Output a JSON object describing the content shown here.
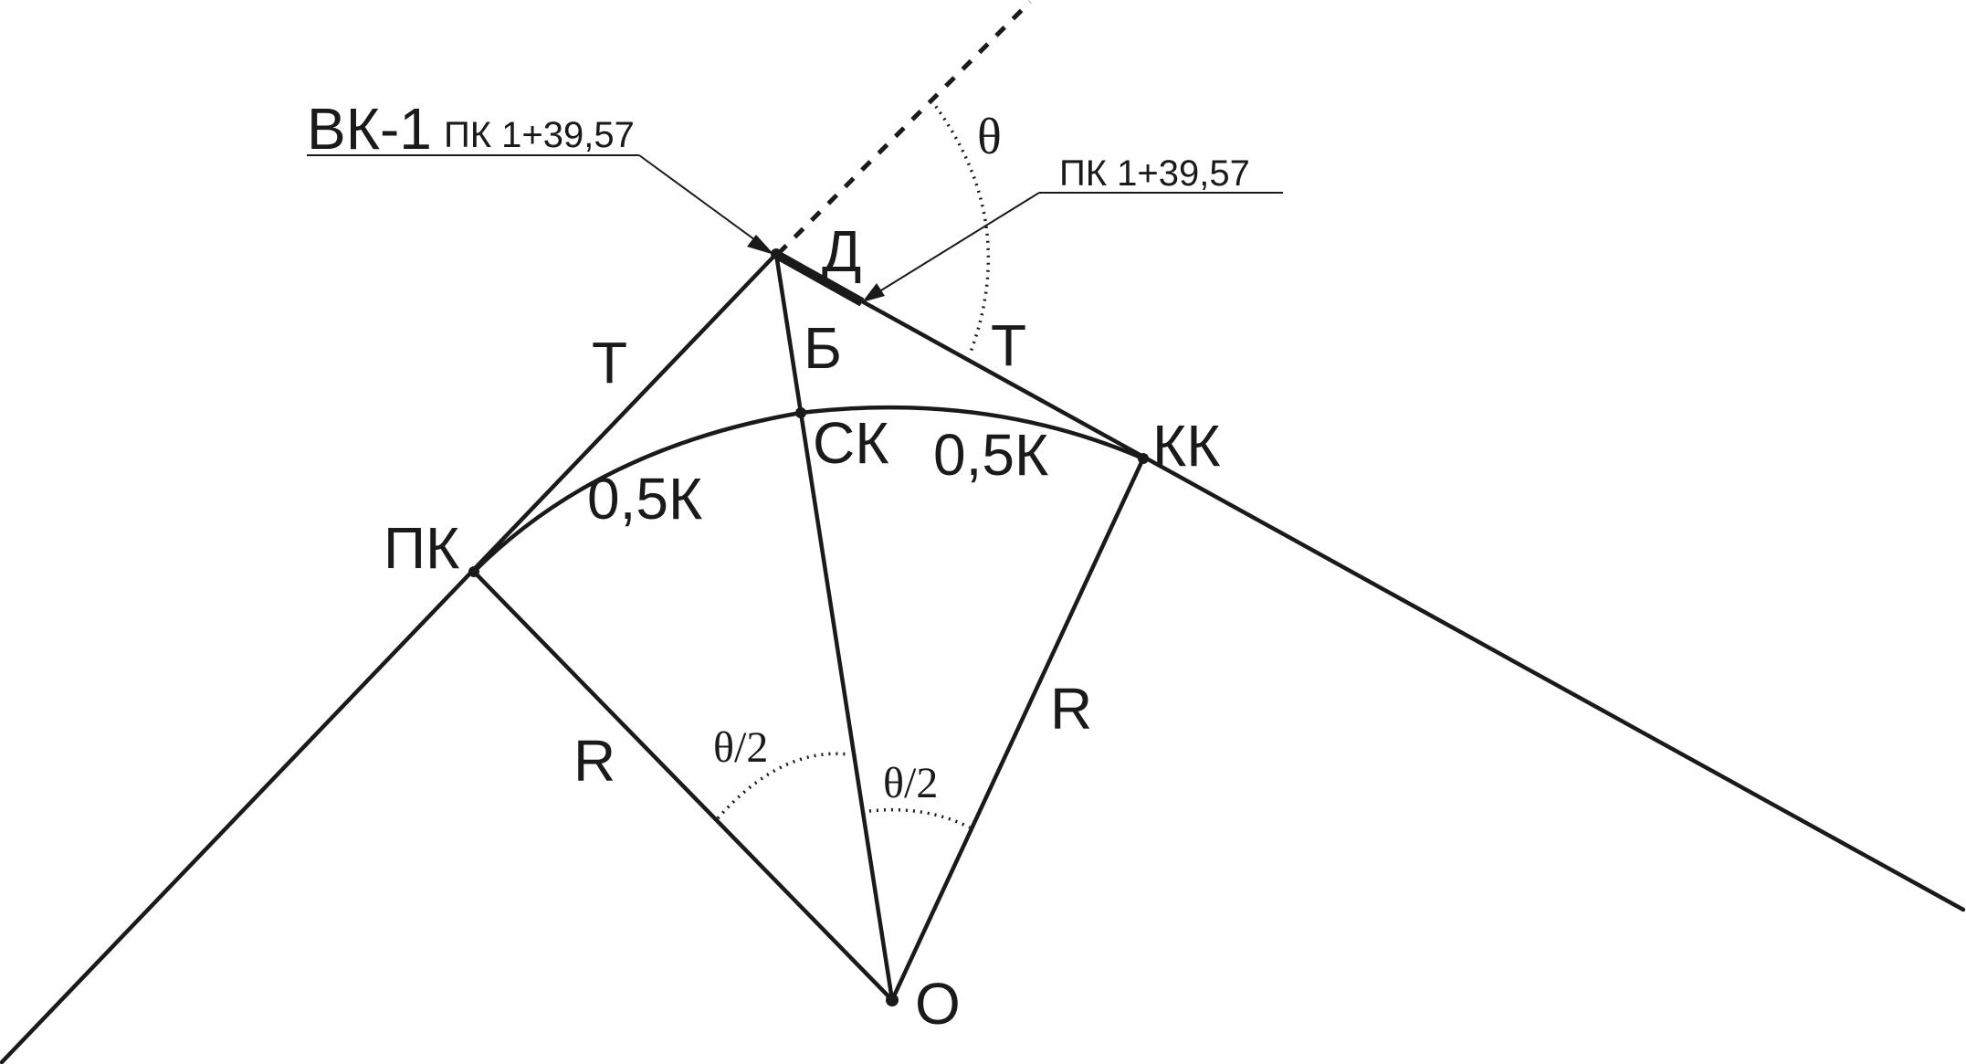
{
  "labels": {
    "vertex_name": "ВК-1",
    "vertex_station": "ПК 1+39,57",
    "point_station": "ПК 1+39,57",
    "theta": "θ",
    "domer": "Д",
    "bisector": "Б",
    "tangent_left": "Т",
    "tangent_right": "Т",
    "curve_middle": "СК",
    "curve_start": "ПК",
    "curve_end": "КК",
    "half_curve_left": "0,5К",
    "half_curve_right": "0,5К",
    "radius_left": "R",
    "radius_right": "R",
    "half_angle_left": "θ/2",
    "half_angle_right": "θ/2",
    "center": "O"
  }
}
